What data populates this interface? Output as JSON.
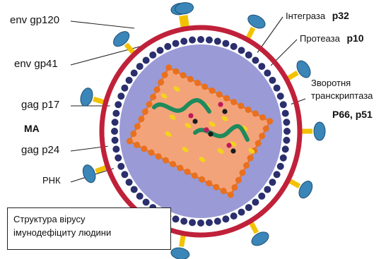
{
  "labels": {
    "env_gp120": "env gp120",
    "env_gp41": "env gp41",
    "gag_p17": "gag p17",
    "ma": "МА",
    "gag_p24": "gag p24",
    "rna": "РНК",
    "integrase": "Інтеграза",
    "integrase_code": "р32",
    "protease": "Протеаза",
    "protease_code": "р10",
    "rt_line1": "Зворотня",
    "rt_line2": "транскриптаза",
    "rt_codes": "P66, p51"
  },
  "caption": {
    "line1": "Структура вірусу",
    "line2": "імунодефіциту людини"
  },
  "colors": {
    "outer_membrane": "#c0213a",
    "matrix_beads": "#2b2f6e",
    "interior": "#9a9ad6",
    "capsid": "#f3a37a",
    "capsid_beads": "#e8701e",
    "stalk": "#f2c200",
    "knob": "#3a86b8",
    "rna": "#1f8a5c",
    "enzyme_dot": "#c2185b",
    "yellow_particle": "#f4d21c"
  }
}
